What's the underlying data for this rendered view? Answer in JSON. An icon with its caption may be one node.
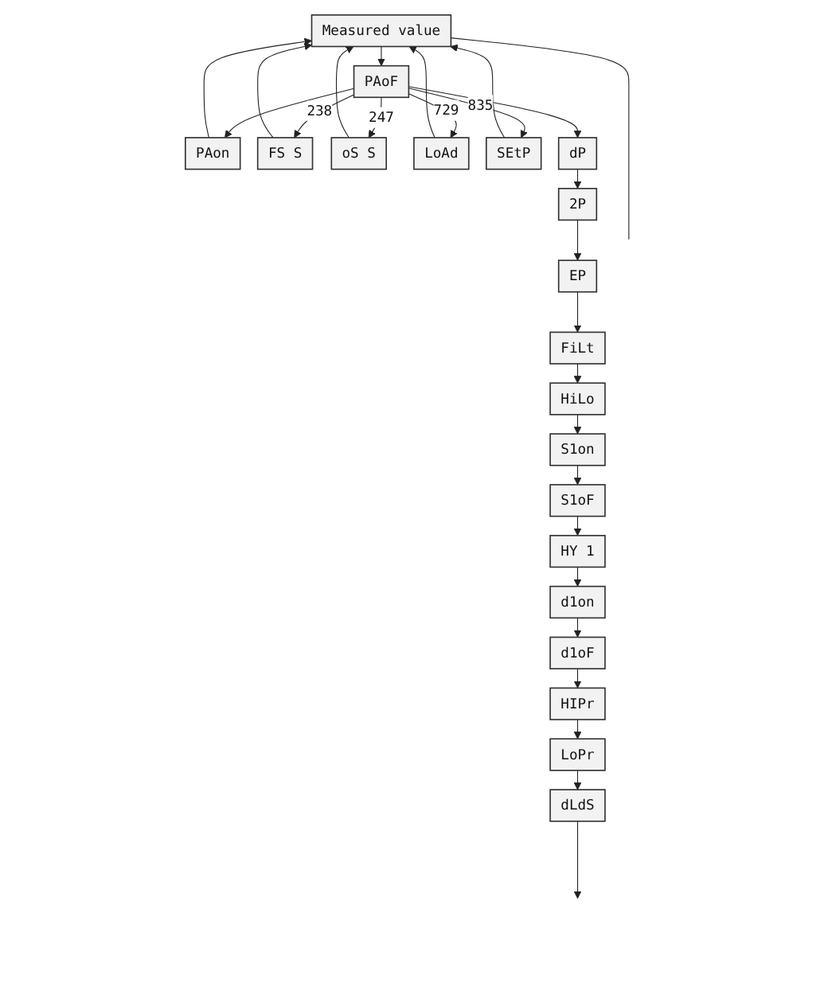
{
  "diagram": {
    "nodes": [
      {
        "text": [
          "Measured value"
        ]
      },
      {
        "text": [
          "PAoF"
        ]
      },
      {
        "text": [
          "PAon"
        ]
      },
      {
        "text": [
          "FS S"
        ]
      },
      {
        "text": [
          "oS S"
        ]
      },
      {
        "text": [
          "LoAd"
        ]
      },
      {
        "text": [
          "SEtP"
        ]
      },
      {
        "text": [
          "dP"
        ]
      },
      {
        "text": [
          "2P"
        ]
      },
      {
        "text": [
          "EP"
        ]
      },
      {
        "text": [
          "FiLt"
        ]
      },
      {
        "text": [
          "HiLo"
        ]
      },
      {
        "text": [
          "S1on"
        ]
      },
      {
        "text": [
          "S1oF"
        ]
      },
      {
        "text": [
          "HY 1"
        ]
      },
      {
        "text": [
          "d1on"
        ]
      },
      {
        "text": [
          "d1oF"
        ]
      },
      {
        "text": [
          "HIPr"
        ]
      },
      {
        "text": [
          "LoPr"
        ]
      },
      {
        "text": [
          "dLdS"
        ]
      }
    ],
    "edges": [
      {
        "from": 0,
        "to": 1,
        "arrow": "to"
      },
      {
        "from": 1,
        "to": 2,
        "arrow": "to"
      },
      {
        "from": 2,
        "to": 0,
        "arrow": "to"
      },
      {
        "from": 0,
        "to": null,
        "arrow": "none"
      },
      {
        "from": 1,
        "to": 3,
        "label": "238",
        "arrow": "to"
      },
      {
        "from": 1,
        "to": 4,
        "label": "247",
        "arrow": "to"
      },
      {
        "from": 1,
        "to": 5,
        "label": "729",
        "arrow": "to"
      },
      {
        "from": 1,
        "to": 6,
        "label": "835",
        "arrow": "to"
      },
      {
        "from": 3,
        "to": 0,
        "arrow": "to"
      },
      {
        "from": 4,
        "to": 0,
        "arrow": "to"
      },
      {
        "from": 5,
        "to": 0,
        "arrow": "to"
      },
      {
        "from": 6,
        "to": 0,
        "arrow": "to"
      },
      {
        "from": 1,
        "to": 7,
        "arrow": "to"
      },
      {
        "from": 7,
        "to": 8,
        "arrow": "to"
      },
      {
        "from": 8,
        "to": 9,
        "arrow": "to"
      },
      {
        "from": 9,
        "to": 10,
        "arrow": "to"
      },
      {
        "from": 10,
        "to": 11,
        "arrow": "to"
      },
      {
        "from": 11,
        "to": 12,
        "arrow": "to"
      },
      {
        "from": 12,
        "to": 13,
        "arrow": "to"
      },
      {
        "from": 13,
        "to": 14,
        "arrow": "to"
      },
      {
        "from": 14,
        "to": 15,
        "arrow": "to"
      },
      {
        "from": 15,
        "to": 16,
        "arrow": "to"
      },
      {
        "from": 16,
        "to": 17,
        "arrow": "to"
      },
      {
        "from": 17,
        "to": 18,
        "arrow": "to"
      },
      {
        "from": 18,
        "to": 19,
        "arrow": "to"
      },
      {
        "from": 19,
        "to": null,
        "arrow": "to"
      }
    ]
  }
}
